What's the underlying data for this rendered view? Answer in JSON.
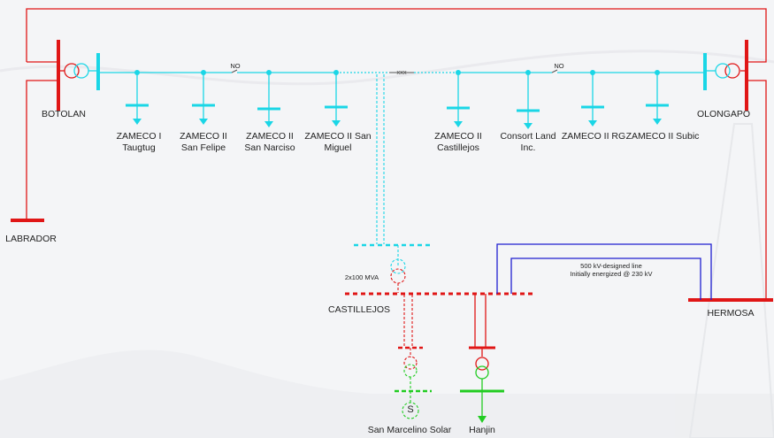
{
  "colors": {
    "cyan": "#1ad6e6",
    "red": "#e01616",
    "blue": "#1f1fd0",
    "green": "#22cc22",
    "grey": "#999999"
  },
  "substations": {
    "botolan": "BOTOLAN",
    "olongapo": "OLONGAPO",
    "labrador": "LABRADOR",
    "hermosa": "HERMOSA",
    "castillejos": "CASTILLEJOS"
  },
  "loads": [
    {
      "label": "ZAMECO I Taugtug"
    },
    {
      "label": "ZAMECO II San Felipe"
    },
    {
      "label": "ZAMECO II San Narciso"
    },
    {
      "label": "ZAMECO II San Miguel"
    },
    {
      "label": "ZAMECO II Castillejos"
    },
    {
      "label": "Consort Land Inc."
    },
    {
      "label": "ZAMECO II RG"
    },
    {
      "label": "ZAMECO II Subic"
    }
  ],
  "switch_labels": {
    "no_left": "NO",
    "no_right": "NO",
    "tie_switch": "xxx"
  },
  "transformer_label": "2x100 MVA",
  "line_note": {
    "line1": "500 kV-designed line",
    "line2": "Initially energized @ 230 kV"
  },
  "generators": {
    "solar_symbol": "S",
    "solar_label": "San Marcelino Solar",
    "hanjin_label": "Hanjin"
  }
}
